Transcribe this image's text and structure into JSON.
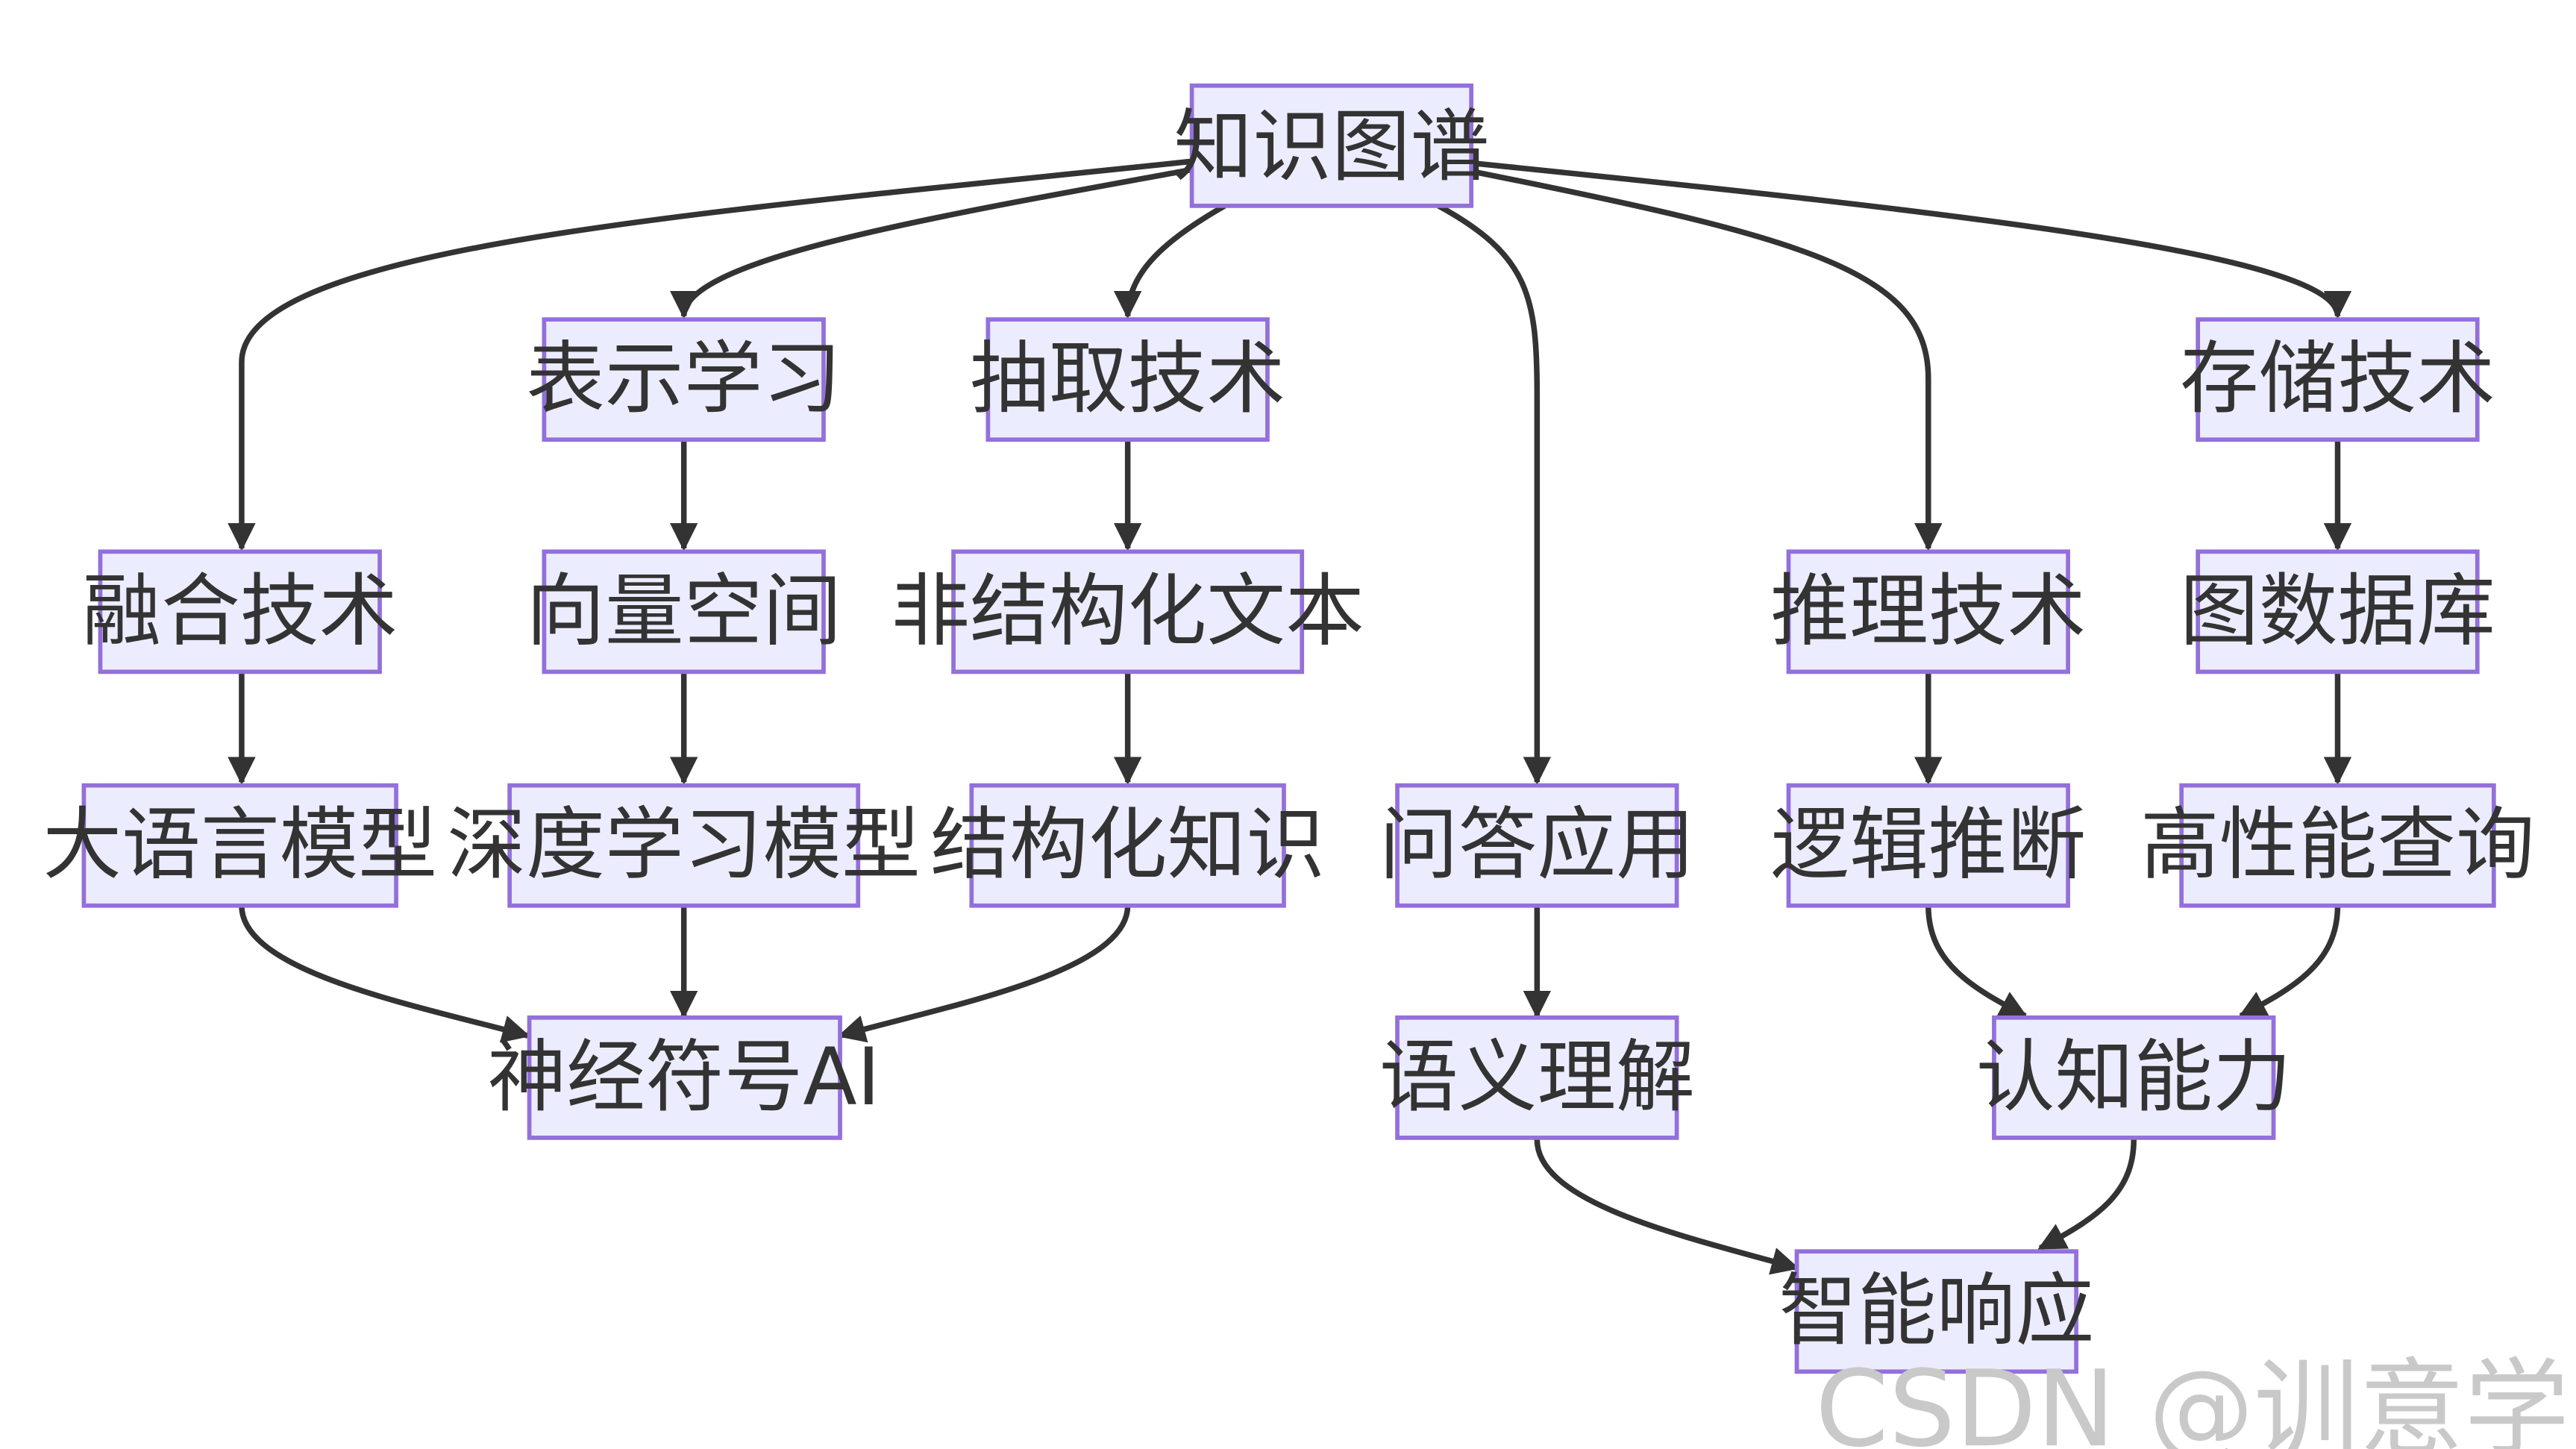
{
  "nodes": {
    "kg": "知识图谱",
    "repr": "表示学习",
    "extract": "抽取技术",
    "store": "存储技术",
    "fusion": "融合技术",
    "vector": "向量空间",
    "unstruct": "非结构化文本",
    "reason": "推理技术",
    "graphdb": "图数据库",
    "llm": "大语言模型",
    "dl": "深度学习模型",
    "structured": "结构化知识",
    "qa": "问答应用",
    "logic": "逻辑推断",
    "perf": "高性能查询",
    "nsai": "神经符号AI",
    "semantic": "语义理解",
    "cognition": "认知能力",
    "smart": "智能响应"
  },
  "watermark": "CSDN @训意学",
  "colors": {
    "node_fill": "#ECECFF",
    "node_stroke": "#9370DB",
    "edge": "#333333",
    "text": "#333333"
  }
}
